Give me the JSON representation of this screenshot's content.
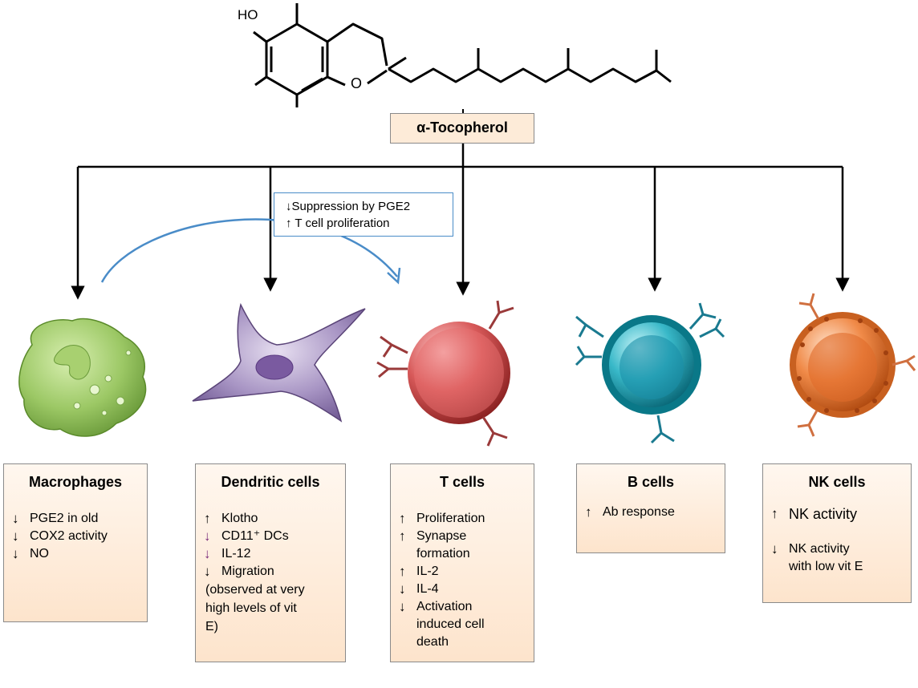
{
  "molecule": {
    "name": "α-Tocopherol",
    "hydroxyl_label": "HO",
    "oxygen_label": "O"
  },
  "note": {
    "arrow_down": "↓",
    "line1": "Suppression by PGE2",
    "arrow_up": "↑",
    "line2": "T cell proliferation",
    "color": "#4a8cc8"
  },
  "cells": [
    {
      "key": "macrophages",
      "title": "Macrophages",
      "items": [
        {
          "arrow": "↓",
          "text": "PGE2 in old"
        },
        {
          "arrow": "↓",
          "text": "COX2 activity"
        },
        {
          "arrow": "↓",
          "text": "NO"
        }
      ]
    },
    {
      "key": "dendritic",
      "title": "Dendritic cells",
      "items": [
        {
          "arrow": "↑",
          "text": "Klotho"
        },
        {
          "arrow": "↓",
          "text": "CD11⁺ DCs"
        },
        {
          "arrow": "↓",
          "text": "IL-12"
        },
        {
          "arrow": "↓",
          "text": "Migration"
        }
      ],
      "note": [
        "(observed at very",
        "high levels of vit",
        "E)"
      ]
    },
    {
      "key": "tcells",
      "title": "T cells",
      "items": [
        {
          "arrow": "↑",
          "text": "Proliferation"
        },
        {
          "arrow": "↑",
          "text": "Synapse"
        },
        {
          "arrow": "",
          "text": "formation"
        },
        {
          "arrow": "↑",
          "text": "IL-2"
        },
        {
          "arrow": "↓",
          "text": "IL-4"
        },
        {
          "arrow": "↓",
          "text": "Activation"
        },
        {
          "arrow": "",
          "text": "induced cell"
        },
        {
          "arrow": "",
          "text": "death"
        }
      ]
    },
    {
      "key": "bcells",
      "title": "B cells",
      "items": [
        {
          "arrow": "↑",
          "text": "Ab response"
        }
      ]
    },
    {
      "key": "nkcells",
      "title": "NK cells",
      "items": [
        {
          "arrow": "↑",
          "text": "NK activity"
        },
        {
          "arrow": "↓",
          "text": "NK activity"
        },
        {
          "arrow": "",
          "text": "with low vit E"
        }
      ]
    }
  ],
  "colors": {
    "macrophage": "#8fbf5a",
    "dendritic": "#8a70a8",
    "tcell": "#c84a4a",
    "bcell": "#2fa8b8",
    "nkcell": "#e87a3a",
    "box_fill": "#fde4cc"
  }
}
